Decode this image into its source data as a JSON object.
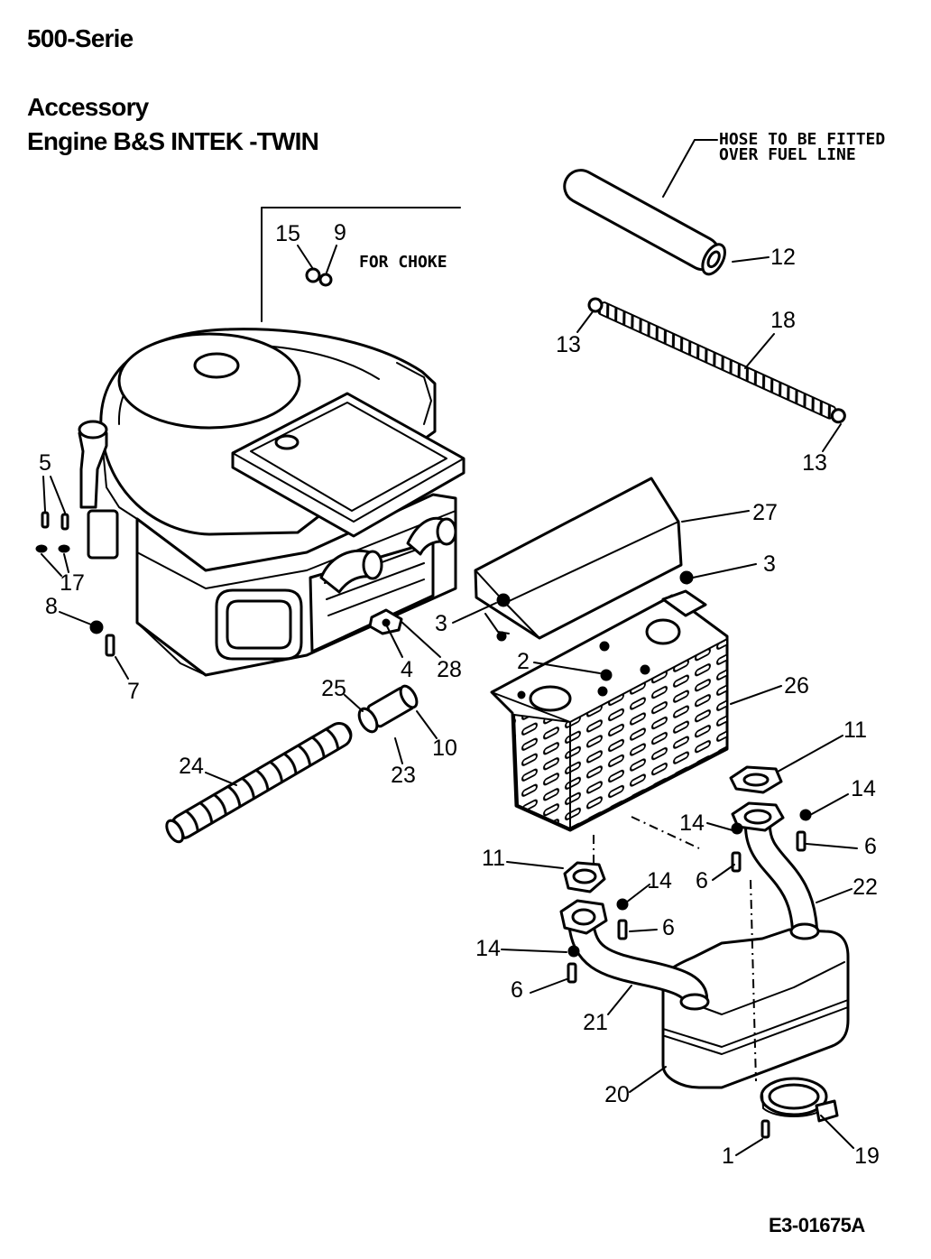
{
  "header": {
    "series": "500-Serie",
    "group": "Accessory",
    "engine": "Engine B&S INTEK -TWIN"
  },
  "notes": {
    "hose_line_1": "HOSE TO BE FITTED",
    "hose_line_2": "OVER FUEL LINE",
    "choke": "FOR CHOKE"
  },
  "callouts": [
    "12",
    "13",
    "18",
    "13",
    "15",
    "9",
    "5",
    "17",
    "8",
    "7",
    "27",
    "3",
    "3",
    "2",
    "4",
    "28",
    "25",
    "10",
    "23",
    "24",
    "26",
    "11",
    "14",
    "14",
    "6",
    "6",
    "11",
    "14",
    "22",
    "6",
    "14",
    "6",
    "21",
    "20",
    "19",
    "1"
  ],
  "drawing_number": "E3-01675A"
}
